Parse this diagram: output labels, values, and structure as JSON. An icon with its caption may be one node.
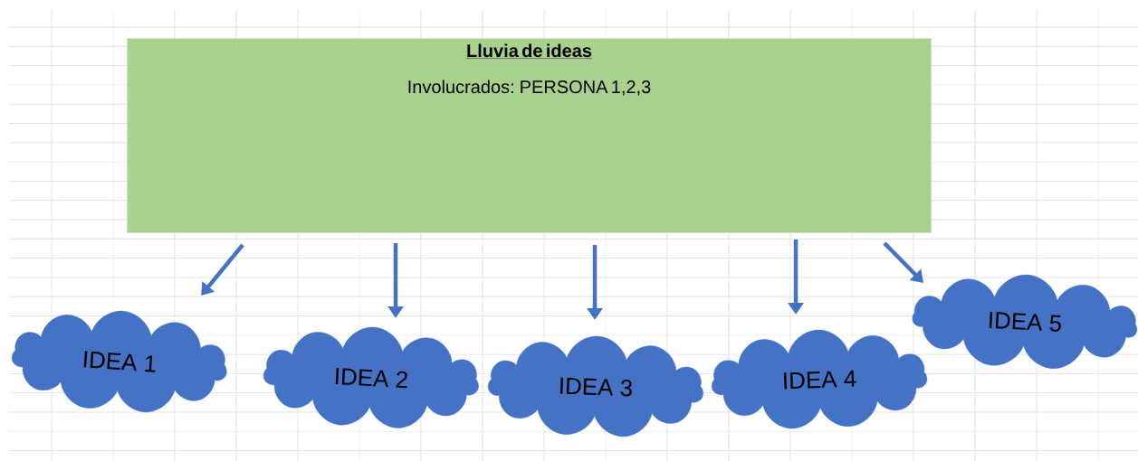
{
  "diagram": {
    "nodes": [
      {
        "text": [
          "Lluvia de ideas",
          "Involucrados:  PERSONA 1,2,3"
        ]
      },
      {
        "text": [
          "IDEA 1"
        ]
      },
      {
        "text": [
          "IDEA 2"
        ]
      },
      {
        "text": [
          "IDEA 3"
        ]
      },
      {
        "text": [
          "IDEA 4"
        ]
      },
      {
        "text": [
          "IDEA 5"
        ]
      }
    ],
    "edges": [
      {
        "from": 0,
        "to": 1,
        "arrow": "to"
      },
      {
        "from": 0,
        "to": 2,
        "arrow": "to"
      },
      {
        "from": 0,
        "to": 3,
        "arrow": "to"
      },
      {
        "from": 0,
        "to": 4,
        "arrow": "to"
      },
      {
        "from": 0,
        "to": 5,
        "arrow": "to"
      }
    ]
  }
}
